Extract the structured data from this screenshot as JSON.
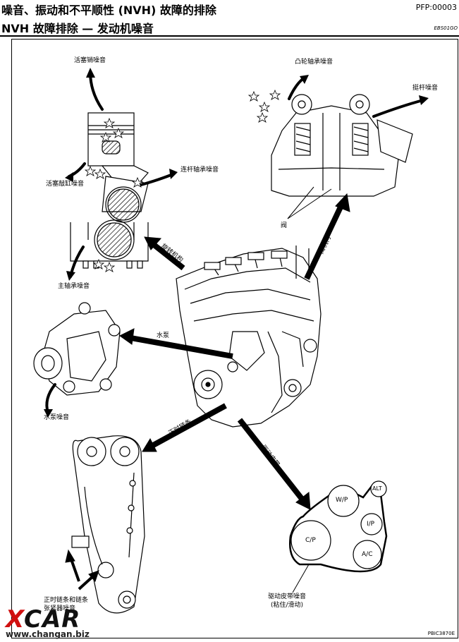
{
  "header": {
    "title_line1": "噪音、振动和不平顺性 (NVH) 故障的排除",
    "pfp": "PFP:00003",
    "title_line2": "NVH 故障排除 — 发动机噪音",
    "ref_code": "EBS01GO"
  },
  "labels": {
    "piston_pin": "活塞销噪音",
    "piston_slap": "活塞敲缸噪音",
    "conrod_bearing": "连杆轴承噪音",
    "main_bearing": "主轴承噪音",
    "rotating_mech": "旋转机构",
    "camshaft_bearing": "凸轮轴承噪音",
    "tappet": "挺杆噪音",
    "valve": "阀",
    "valve_mech": "阀机构",
    "water_pump": "水泵",
    "water_pump_noise": "水泵噪音",
    "timing_chain": "正时链条",
    "drive_belt": "驱动皮带",
    "chain_tensioner_noise_1": "正时链条和链条",
    "chain_tensioner_noise_2": "张紧器噪音",
    "belt_noise_1": "驱动皮带噪音",
    "belt_noise_2": "(粘住/滑动)"
  },
  "pulleys": {
    "wp": "W/P",
    "alt": "ALT",
    "ip": "I/P",
    "cp": "C/P",
    "ac": "A/C"
  },
  "footer": {
    "logo_x": "X",
    "logo_rest": "CAR",
    "watermark": "www.changan.biz",
    "figure_code": "PBIC3870E"
  },
  "icons": [
    "arrow-icon",
    "star-icon"
  ]
}
